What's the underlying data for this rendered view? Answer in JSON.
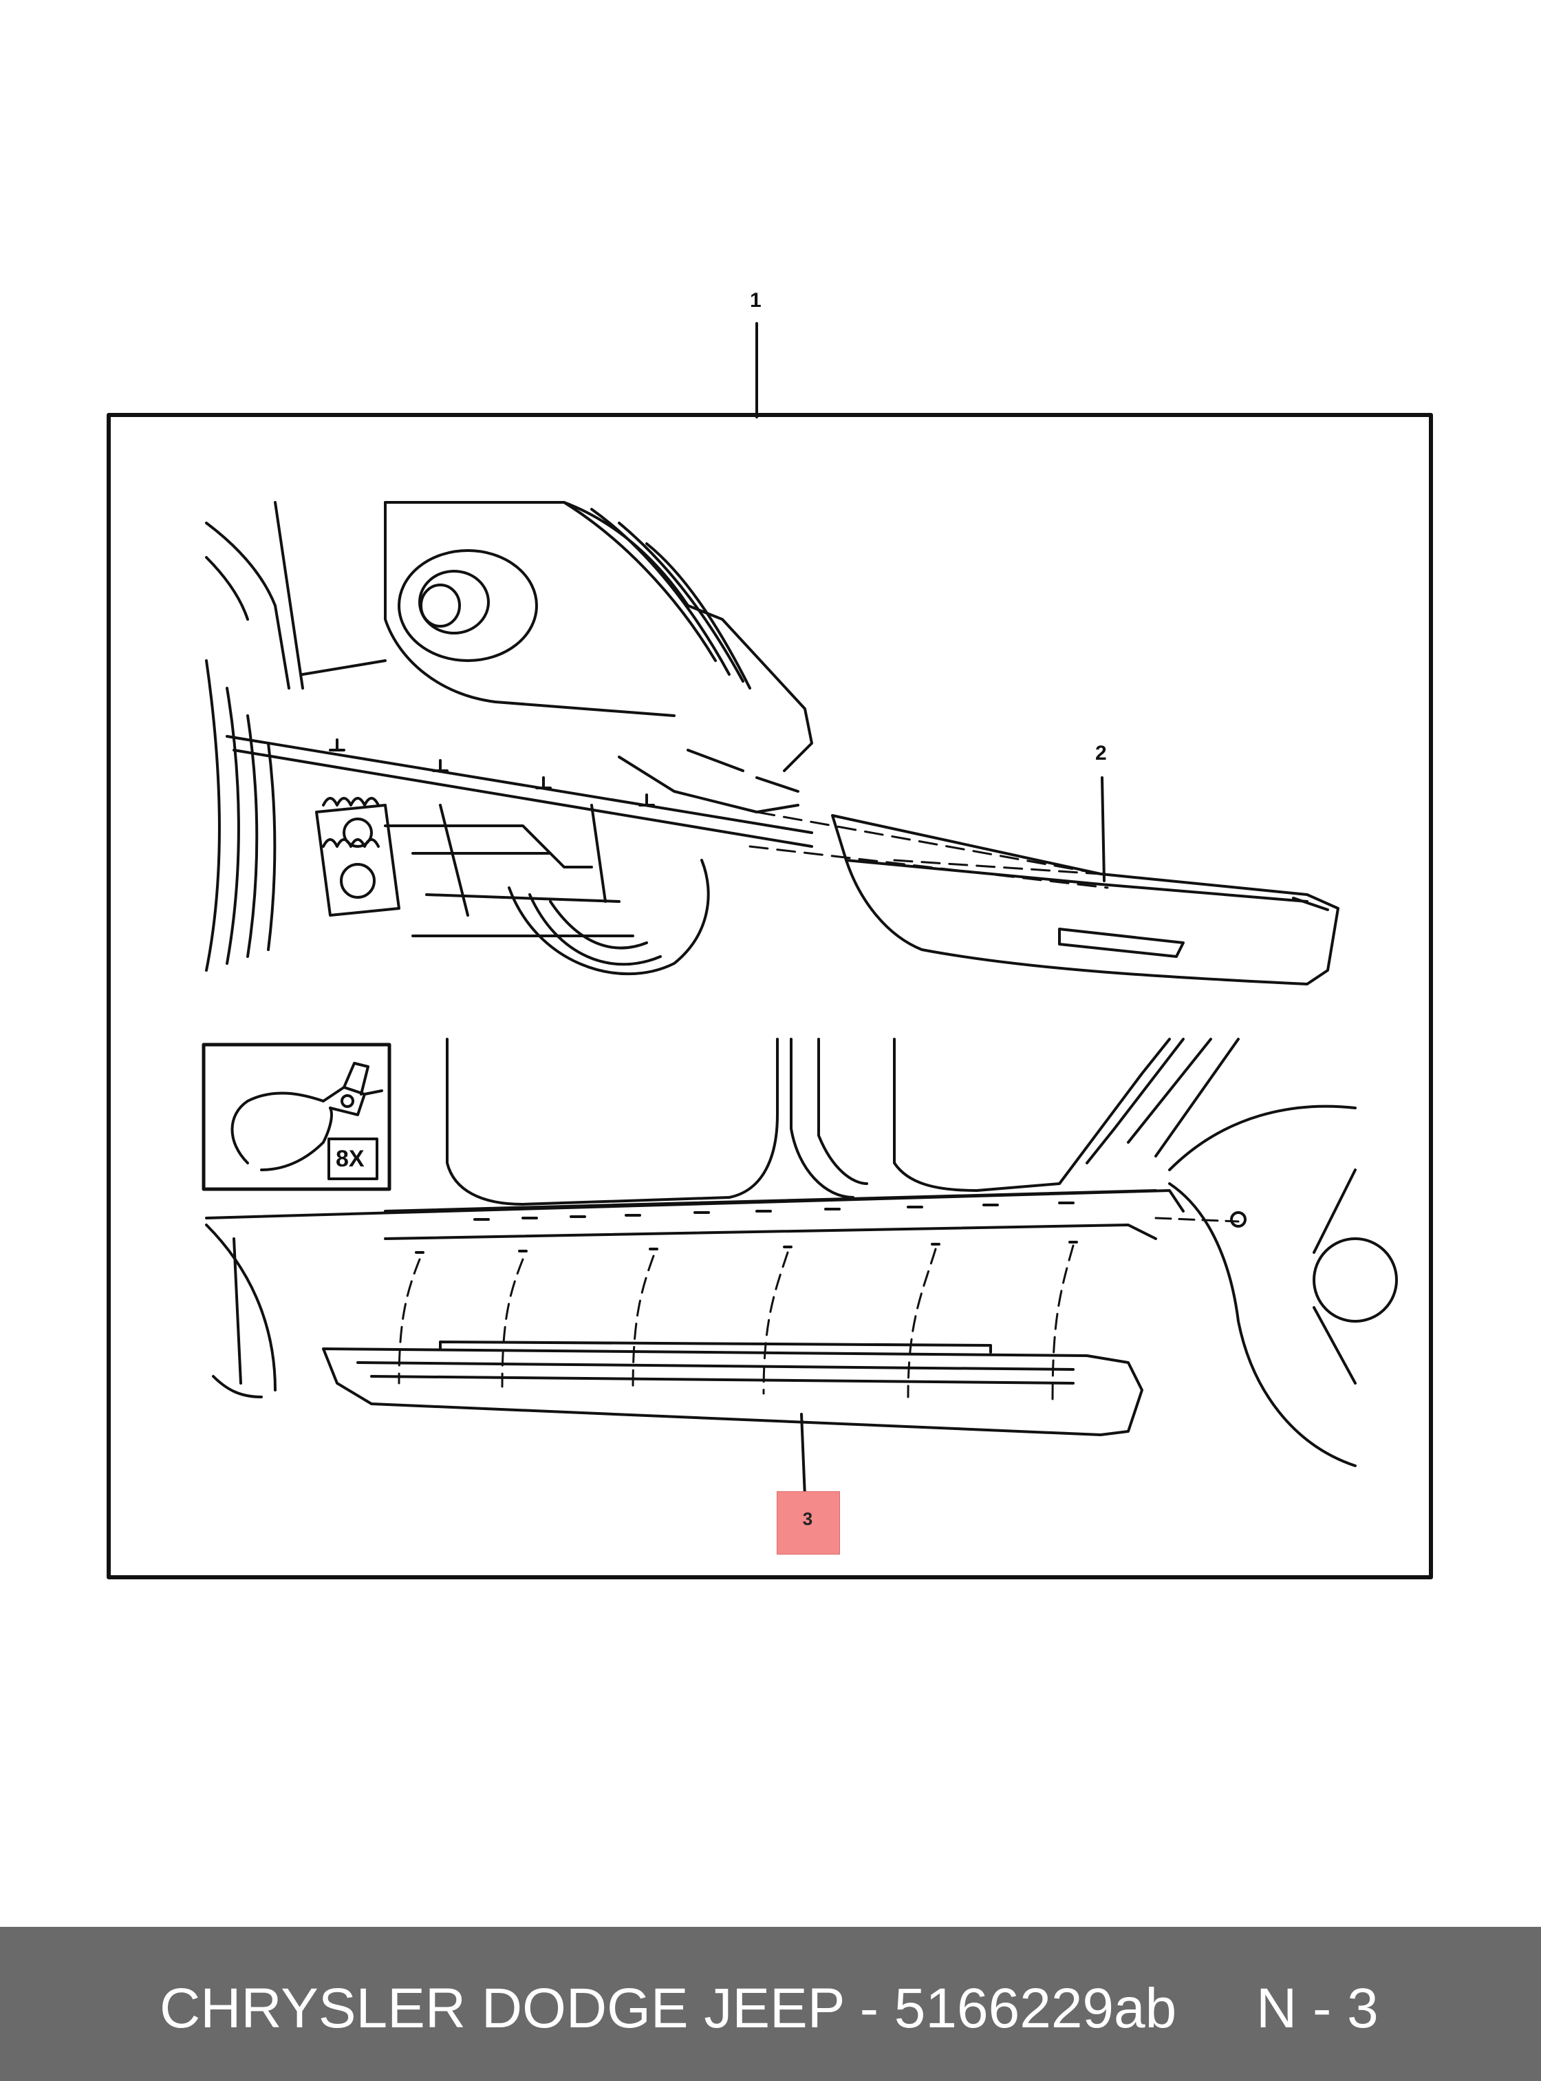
{
  "callouts": {
    "one": "1",
    "two": "2",
    "three": "3"
  },
  "inset": {
    "icon": "cutting-pliers-icon",
    "quantity": "8X"
  },
  "footer": {
    "text": "CHRYSLER DODGE JEEP - 5166229ab",
    "page": "N - 3"
  },
  "colors": {
    "highlight": "#f48a8a",
    "footer_bg": "#6a6a6a",
    "line": "#111111"
  }
}
